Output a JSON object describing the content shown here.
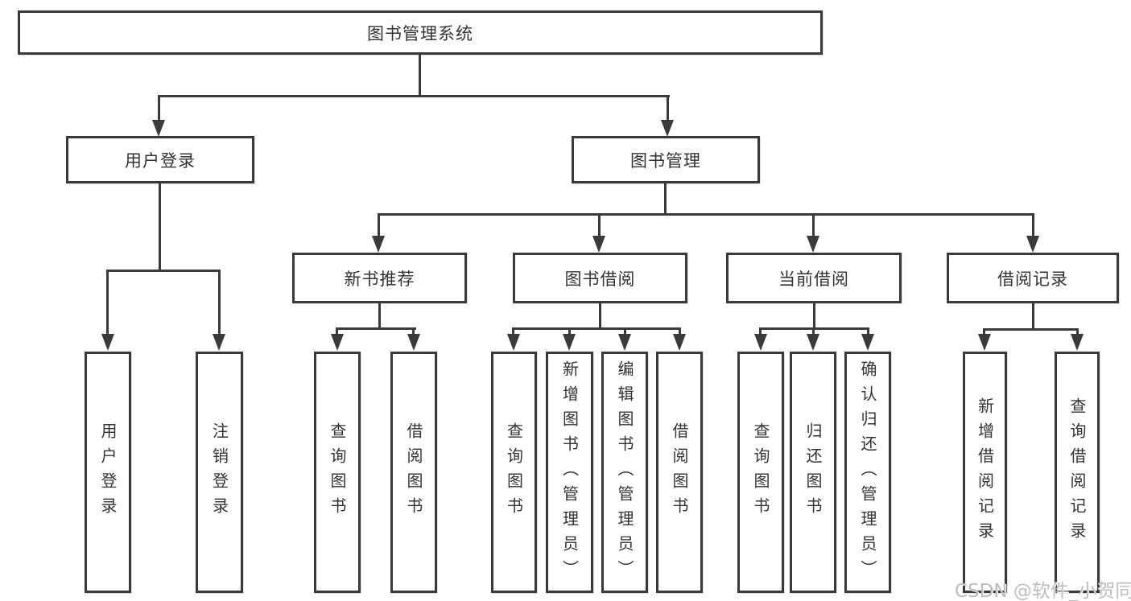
{
  "tree": {
    "root": {
      "label": "图书管理系统",
      "children": [
        {
          "label": "用户登录",
          "children": [
            {
              "label": "用户登录"
            },
            {
              "label": "注销登录"
            }
          ]
        },
        {
          "label": "图书管理",
          "children": [
            {
              "label": "新书推荐",
              "children": [
                {
                  "label": "查询图书"
                },
                {
                  "label": "借阅图书"
                }
              ]
            },
            {
              "label": "图书借阅",
              "children": [
                {
                  "label": "查询图书"
                },
                {
                  "label": "新增图书（管理员）"
                },
                {
                  "label": "编辑图书（管理员）"
                },
                {
                  "label": "借阅图书"
                }
              ]
            },
            {
              "label": "当前借阅",
              "children": [
                {
                  "label": "查询图书"
                },
                {
                  "label": "归还图书"
                },
                {
                  "label": "确认归还（管理员）"
                }
              ]
            },
            {
              "label": "借阅记录",
              "children": [
                {
                  "label": "新增借阅记录"
                },
                {
                  "label": "查询借阅记录"
                }
              ]
            }
          ]
        }
      ]
    }
  },
  "watermark": {
    "text": "CSDN @软件_小贺同学"
  },
  "colors": {
    "line": "#3a3a3a",
    "text": "#333333",
    "watermark": "#b9bdc4",
    "background": "#ffffff"
  }
}
